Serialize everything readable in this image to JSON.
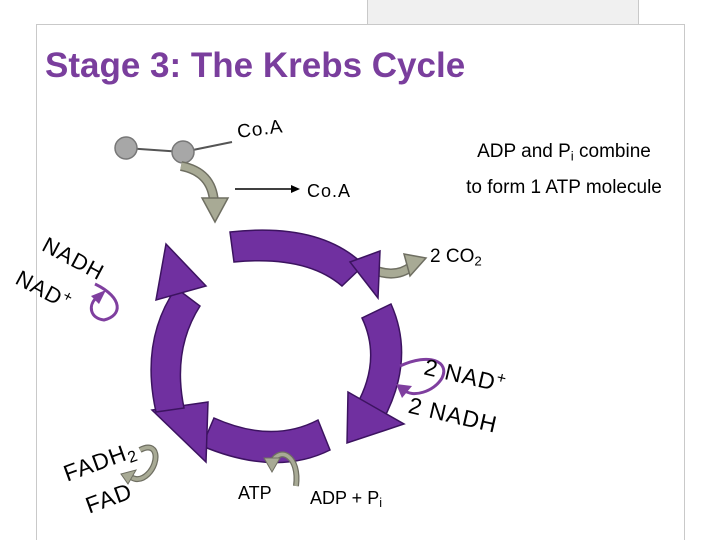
{
  "title": "Stage 3: The Krebs Cycle",
  "colors": {
    "title": "#7a3e9d",
    "cycle_arrows": "#7030a0",
    "curved_arrows": "#a8aa95",
    "nad_arrows": "#7f3f9f"
  },
  "labels": {
    "coa_top": "Co.A",
    "coa_mid": "Co.A",
    "atp_note_line1": "ADP and P",
    "atp_note_sub": "i",
    "atp_note_line1_end": " combine",
    "atp_note_line2": "to form 1 ATP molecule",
    "co2": "2 CO",
    "co2_sub": "2",
    "nadh_left": "NADH",
    "nad_left": "NAD",
    "nad_left_plus": "+",
    "nad_right": "2 NAD",
    "nad_right_plus": "+",
    "nadh_right": "2 NADH",
    "fadh2": "FADH",
    "fadh2_sub": "2",
    "fad": "FAD",
    "atp": "ATP",
    "adp": "ADP + P",
    "adp_sub": "i"
  }
}
